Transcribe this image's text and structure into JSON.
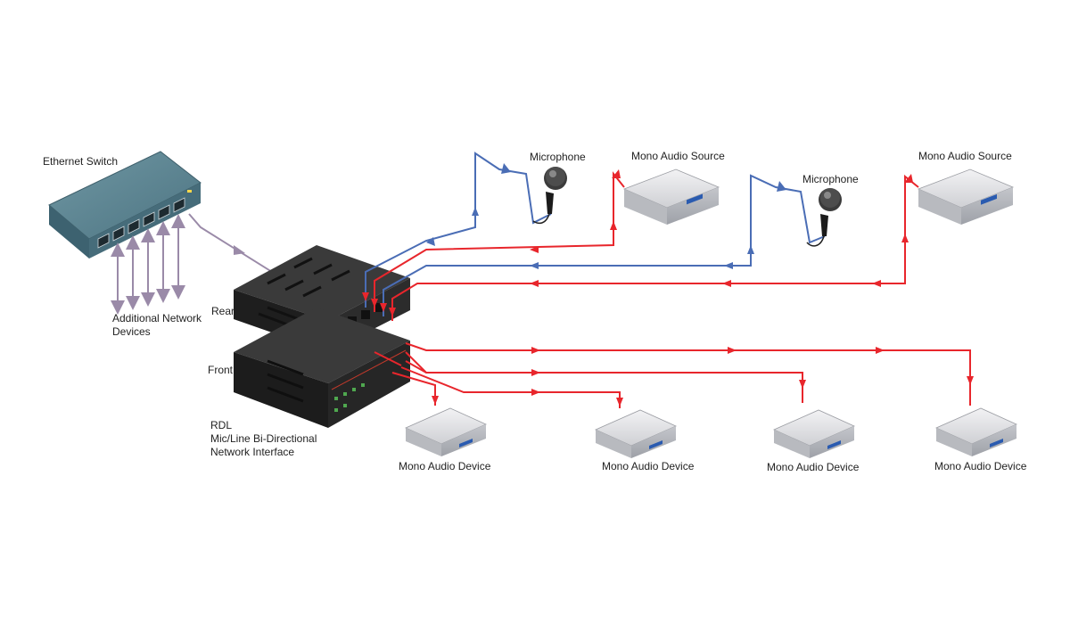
{
  "labels": {
    "ethernet_switch": "Ethernet Switch",
    "additional_network_line1": "Additional Network",
    "additional_network_line2": "Devices",
    "rear": "Rear",
    "front": "Front",
    "rdl_line1": "RDL",
    "rdl_line2": "Mic/Line Bi-Directional",
    "rdl_line3": "Network Interface",
    "microphone_1": "Microphone",
    "microphone_2": "Microphone",
    "mono_audio_source_1": "Mono Audio Source",
    "mono_audio_source_2": "Mono Audio Source",
    "mono_audio_device_1": "Mono Audio Device",
    "mono_audio_device_2": "Mono Audio Device",
    "mono_audio_device_3": "Mono Audio Device",
    "mono_audio_device_4": "Mono Audio Device"
  },
  "colors": {
    "audio_signal": "#e8262c",
    "mic_signal": "#4a6db5",
    "network": "#9a8aa8",
    "switch_body": "#4f7785",
    "device_body": "#2b2b2b"
  }
}
